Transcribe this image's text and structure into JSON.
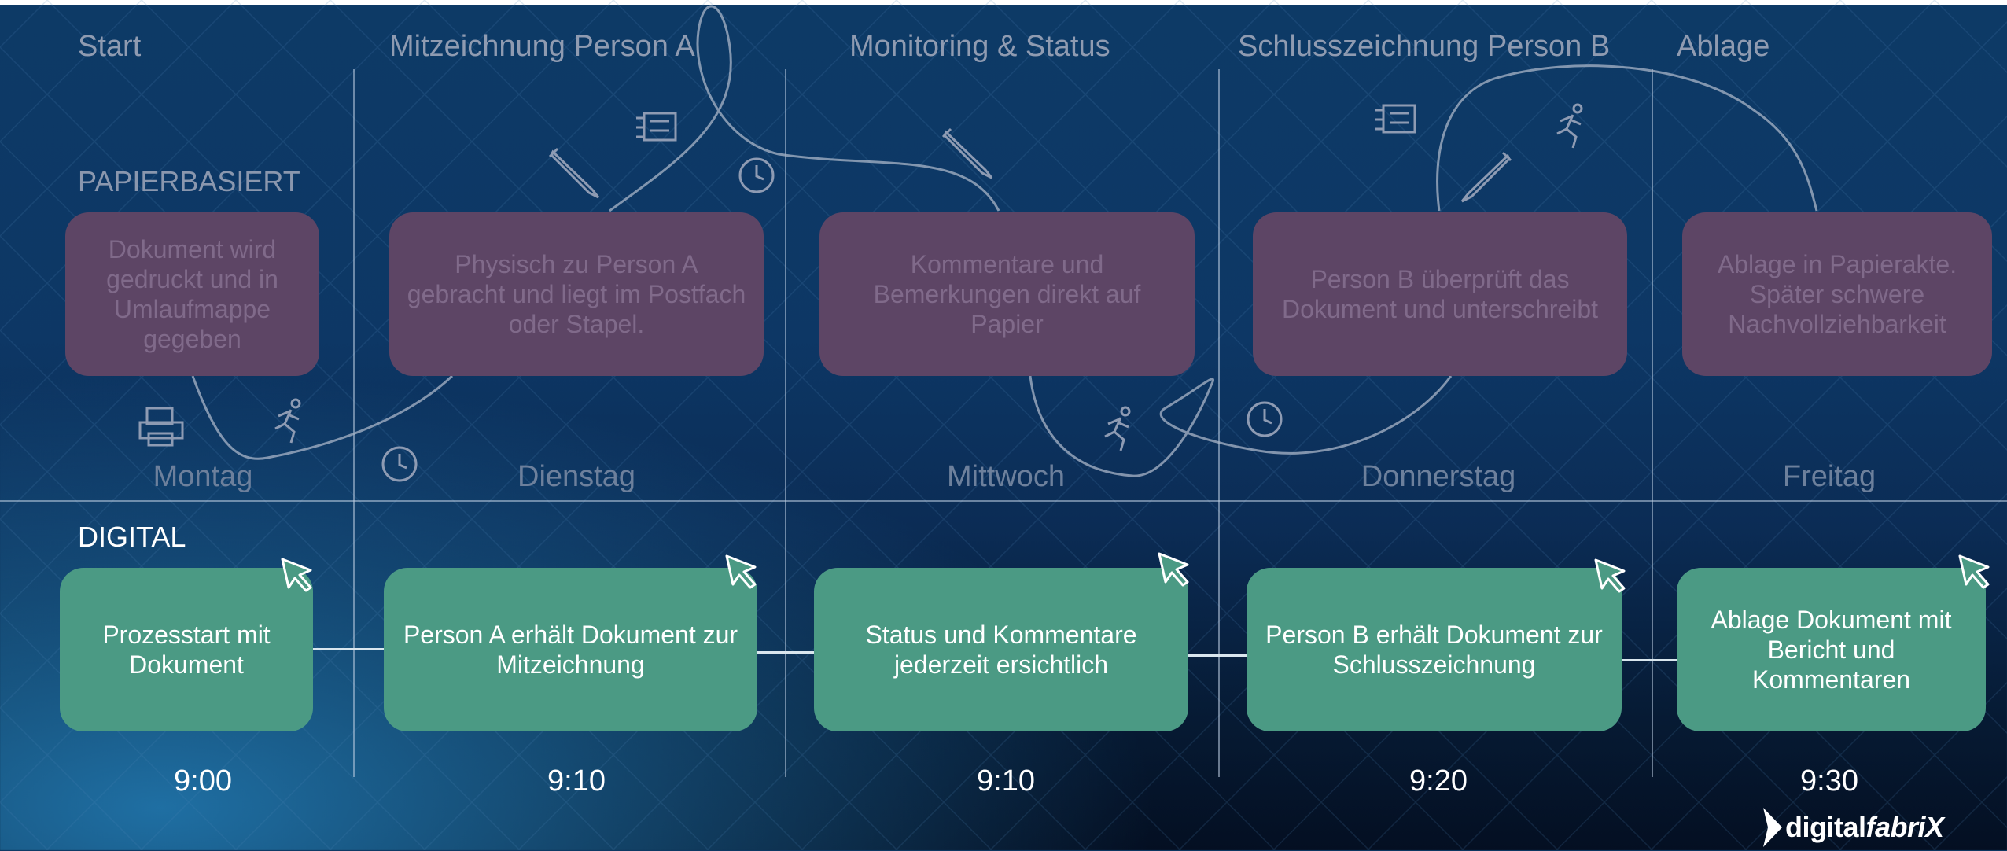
{
  "phases": [
    "Start",
    "Mitzeichnung Person A",
    "Monitoring & Status",
    "Schlusszeichnung Person B",
    "Ablage"
  ],
  "sections": {
    "paper": "PAPIERBASIERT",
    "digital": "DIGITAL"
  },
  "paper_steps": [
    "Dokument wird gedruckt und in Umlaufmappe gegeben",
    "Physisch zu Person A gebracht und liegt im Postfach oder Stapel.",
    "Kommentare und Bemerkungen direkt auf Papier",
    "Person B überprüft das Dokument und unterschreibt",
    "Ablage in Papierakte. Später schwere Nachvollziehbarkeit"
  ],
  "days": [
    "Montag",
    "Dienstag",
    "Mittwoch",
    "Donnerstag",
    "Freitag"
  ],
  "digital_steps": [
    "Prozesstart mit Dokument",
    "Person A erhält Dokument zur Mitzeichnung",
    "Status und Kommentare jederzeit ersichtlich",
    "Person B erhält Dokument zur Schlusszeichnung",
    "Ablage Dokument mit Bericht und Kommentaren"
  ],
  "times": [
    "9:00",
    "9:10",
    "9:10",
    "9:20",
    "9:30"
  ],
  "logo": {
    "part1": "digital",
    "part2": "fabri",
    "part3": "X"
  },
  "colors": {
    "paper_box": "#5d4565",
    "digital_box": "#4b9a84",
    "background": "#0d3765"
  }
}
